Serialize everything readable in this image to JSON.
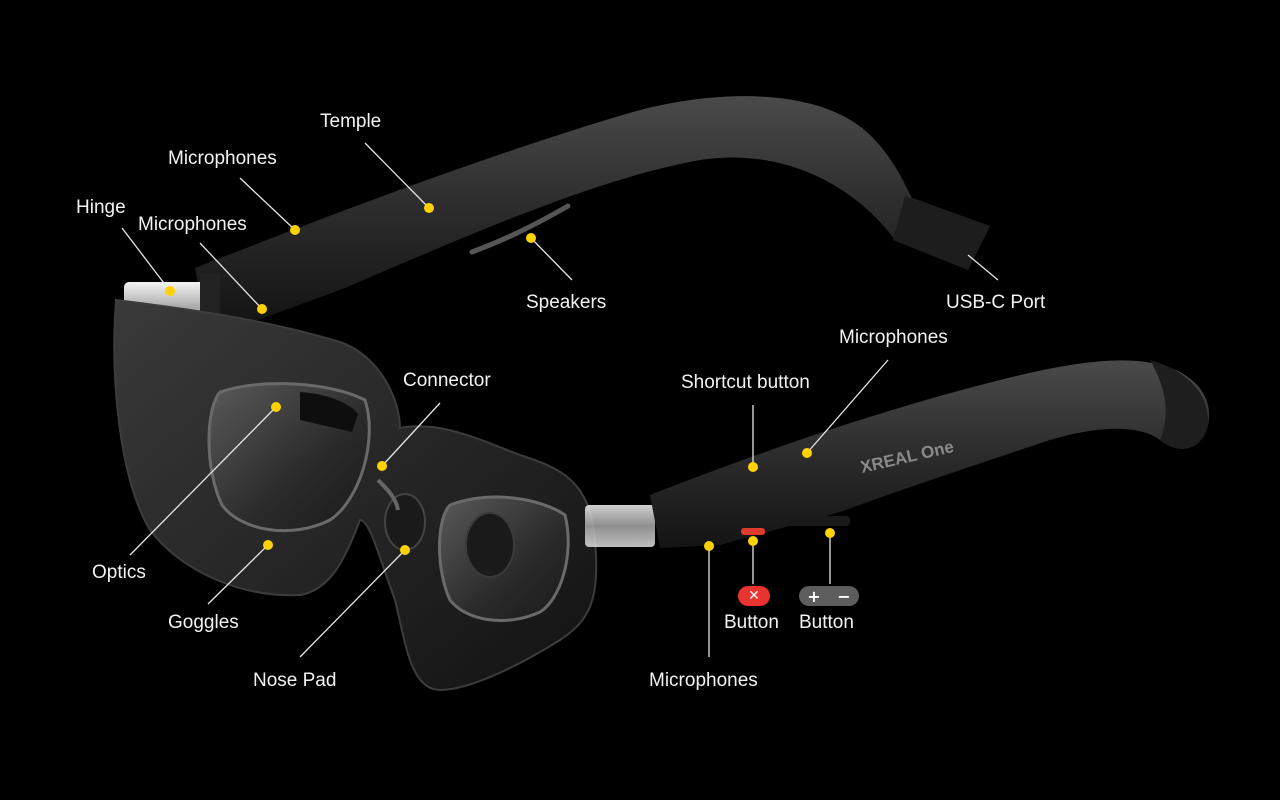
{
  "labels": {
    "temple": "Temple",
    "microphones_top": "Microphones",
    "hinge": "Hinge",
    "microphones_hinge": "Microphones",
    "speakers": "Speakers",
    "usb_c_port": "USB-C Port",
    "microphones_right": "Microphones",
    "shortcut_button": "Shortcut button",
    "connector": "Connector",
    "optics": "Optics",
    "goggles": "Goggles",
    "nose_pad": "Nose Pad",
    "microphones_bottom": "Microphones",
    "button_power": "Button",
    "button_volume": "Button"
  },
  "brand": {
    "logo_text": "XREAL One"
  },
  "icons": {
    "power_button": {
      "glyph": "✕",
      "color": "#e8332e",
      "icon": "close-icon"
    },
    "volume_plus": {
      "glyph": "+",
      "icon": "plus-icon"
    },
    "volume_minus": {
      "glyph": "−",
      "icon": "minus-icon"
    },
    "volume_color": "#5d5d5d"
  },
  "colors": {
    "background": "#000000",
    "dot": "#ffd200",
    "leader_line": "#e6e6e6",
    "label_text": "#f2f2f2"
  }
}
